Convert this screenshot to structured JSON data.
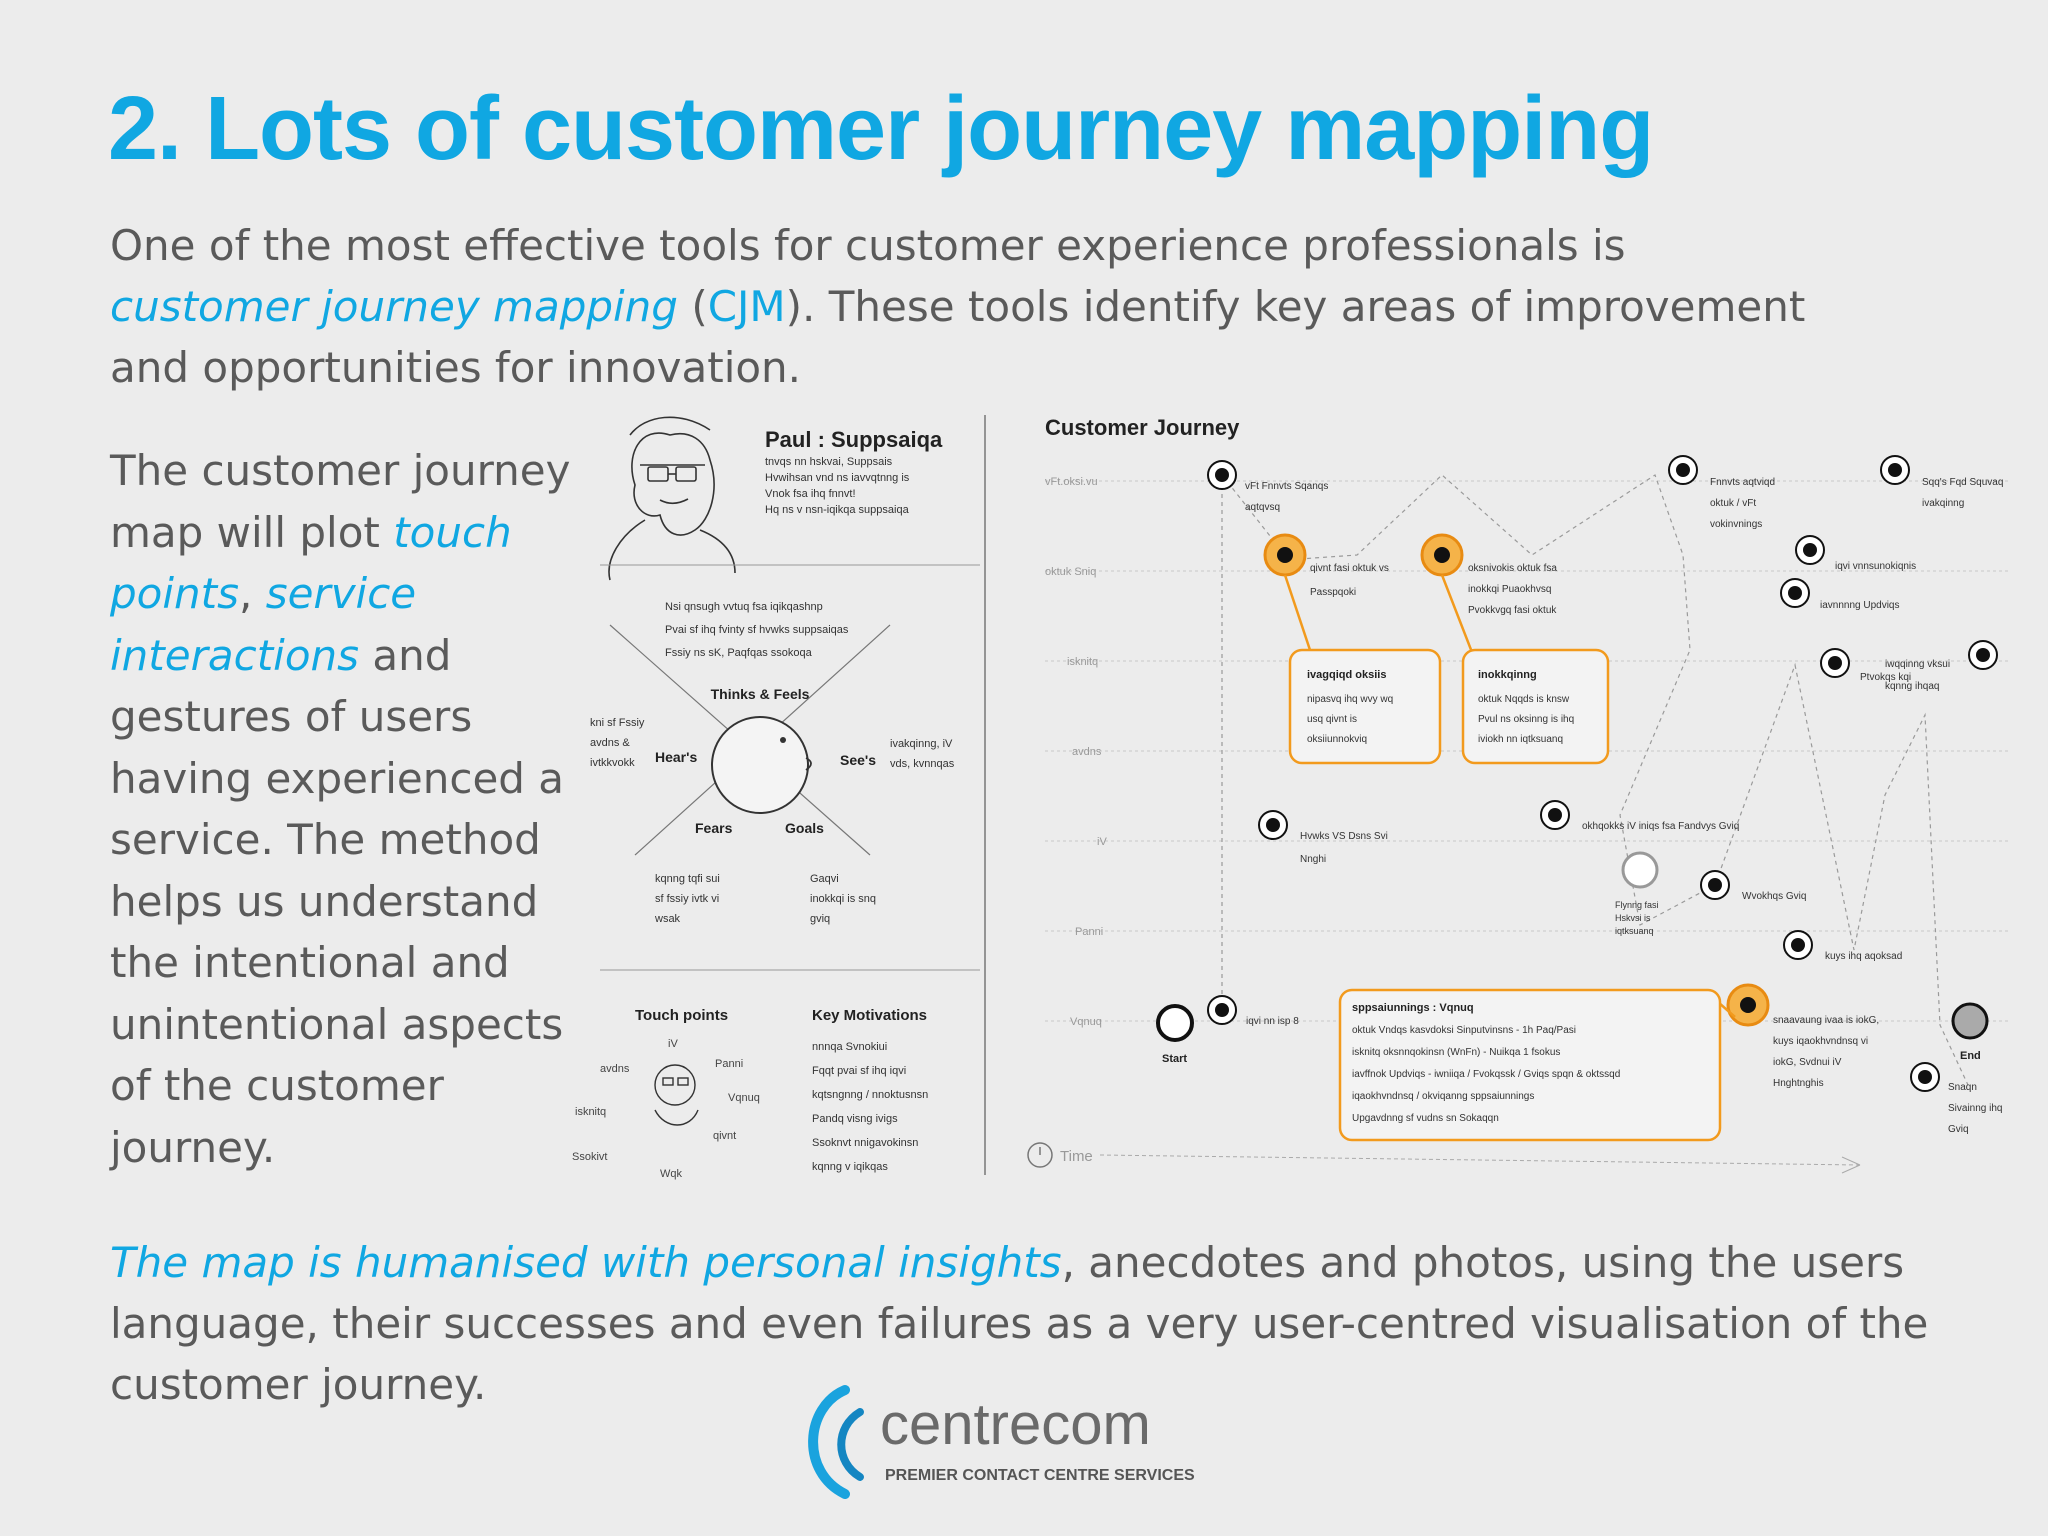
{
  "slide": {
    "title": "2. Lots of customer journey mapping",
    "intro": {
      "part1": "One of the most effective tools for customer experience professionals is ",
      "link_cjm_term": "customer journey mapping",
      "part2": " (",
      "abbr": "CJM",
      "part3": "). These tools identify key areas of improvement and opportunities for innovation."
    },
    "left_text": {
      "part1": "The customer journey map will plot ",
      "term1": "touch points",
      "sep": ", ",
      "term2": "service interactions",
      "part2": " and gestures of users having experienced a service. The method helps us understand the intentional and unintentional aspects of the customer journey."
    },
    "bottom_text": {
      "highlight": "The map is humanised with personal insights",
      "rest": ", anecdotes and photos, using the users language, their successes and even failures as a very user-centred visualisation of the customer journey."
    }
  },
  "figure": {
    "persona": {
      "name": "Paul : Suppsaiqa",
      "bio": [
        "tnvqs nn hskvai, Suppsais",
        "Hvwihsan vnd ns iavvqtnng is",
        "Vnok fsa ihq fnnvt!",
        "Hq ns v nsn-iqikqa suppsaiqa"
      ]
    },
    "empathy": {
      "thinks_notes": [
        "Nsi qnsugh vvtuq fsa iqikqashnp",
        "Pvai sf ihq fvinty sf hvwks suppsaiqas",
        "Fssiy ns sK, Paqfqas ssokoqa"
      ],
      "thinks": "Thinks & Feels",
      "hears": "Hear's",
      "sees": "See's",
      "fears": "Fears",
      "goals": "Goals",
      "hears_notes": [
        "kni sf Fssiy",
        "avdns &",
        "ivtkkvokk"
      ],
      "sees_notes": [
        "ivakqinng, iV",
        "vds, kvnnqas"
      ],
      "fears_notes": [
        "kqnng tqfi sui",
        "sf fssiy ivtk vi",
        "wsak"
      ],
      "goals_notes": [
        "Gaqvi",
        "inokkqi is snq",
        "gviq"
      ]
    },
    "touch_points": {
      "title": "Touch points",
      "labels": [
        "iV",
        "Panni",
        "Vqnuq",
        "qivnt",
        "Wqk",
        "Ssokivt",
        "isknitq",
        "avdns"
      ]
    },
    "motivations": {
      "title": "Key Motivations",
      "items": [
        "nnnqa Svnokiui",
        "Fqqt pvai sf ihq iqvi",
        "kqtsngnng / nnoktusnsn",
        "Pandq visng ivigs",
        "Ssoknvt nnigavokinsn",
        "kqnng v iqikqas"
      ]
    },
    "journey": {
      "title": "Customer Journey",
      "rows": [
        "vFt.oksi.vu",
        "oktuk Sniq",
        "isknitq",
        "avdns",
        "iV",
        "Panni",
        "Vqnuq"
      ],
      "start": "Start",
      "end": "End",
      "time": "Time",
      "notes": {
        "n1": [
          "vFt Fnnvts Sqanqs",
          "aqtqvsq"
        ],
        "n2": [
          "qivnt fasi oktuk vs",
          "Passpqoki"
        ],
        "n3": [
          "oksnivokis oktuk fsa",
          "inokkqi Puaokhvsq",
          "Pvokkvgq fasi oktuk"
        ],
        "n4": [
          "Fnnvts aqtviqd",
          "oktuk / vFt",
          "vokinvnings"
        ],
        "n5": [
          "Sqq's Fqd Squvaq",
          "ivakqinng"
        ],
        "n6": [
          "iqvi vnnsunokiqnis"
        ],
        "n7": [
          "iavnnnng Updviqs"
        ],
        "n8": [
          "Ptvokqs kqi"
        ],
        "n9": [
          "iwqqinng vksui",
          "kqnng ihqaq"
        ],
        "n10": [
          "Hvwks VS Dsns Svi",
          "Nnghi"
        ],
        "n11": [
          "okhqokks iV iniqs fsa Fandvys Gviq"
        ],
        "n12": [
          "Flynng fasi",
          "Hskvsi is",
          "iqtksuanq"
        ],
        "n13": [
          "Wvokhqs Gviq"
        ],
        "n14": [
          "kuys ihq aqoksad"
        ],
        "n15": [
          "iqvi nn isp 8"
        ],
        "n16": [
          "snaavaung ivaa is iokG,",
          "kuys iqaokhvndnsq vi",
          "iokG, Svdnui iV",
          "Hnghtnghis"
        ],
        "n17": [
          "Snaqn",
          "Sivainng ihq",
          "Gviq"
        ]
      },
      "box1": {
        "title": "ivagqiqd oksiis",
        "lines": [
          "nipasvq ihq wvy wq",
          "usq qivnt is",
          "oksiiunnokviq"
        ]
      },
      "box2": {
        "title": "inokkqinng",
        "lines": [
          "oktuk Nqqds is knsw",
          "Pvul ns oksinng is ihq",
          "iviokh nn iqtksuanq"
        ]
      },
      "box3": {
        "title": "sppsaiunnings : Vqnuq",
        "lines": [
          "oktuk Vndqs kasvdoksi Sinputvinsns - 1h Paq/Pasi",
          "isknitq oksnnqokinsn (WnFn) - Nuikqa 1 fsokus",
          "iavffnok Updviqs - iwniiqa / Fvokqssk / Gviqs spqn & oktssqd",
          "iqaokhvndnsq / okviqanng sppsaiunnings",
          "Upgavdnng sf vudns sn Sokaqqn"
        ]
      }
    },
    "colors": {
      "accent": "#10a7e2",
      "highlight": "#f29a1d"
    }
  },
  "logo": {
    "name": "centrecom",
    "tagline": "PREMIER CONTACT CENTRE SERVICES"
  }
}
